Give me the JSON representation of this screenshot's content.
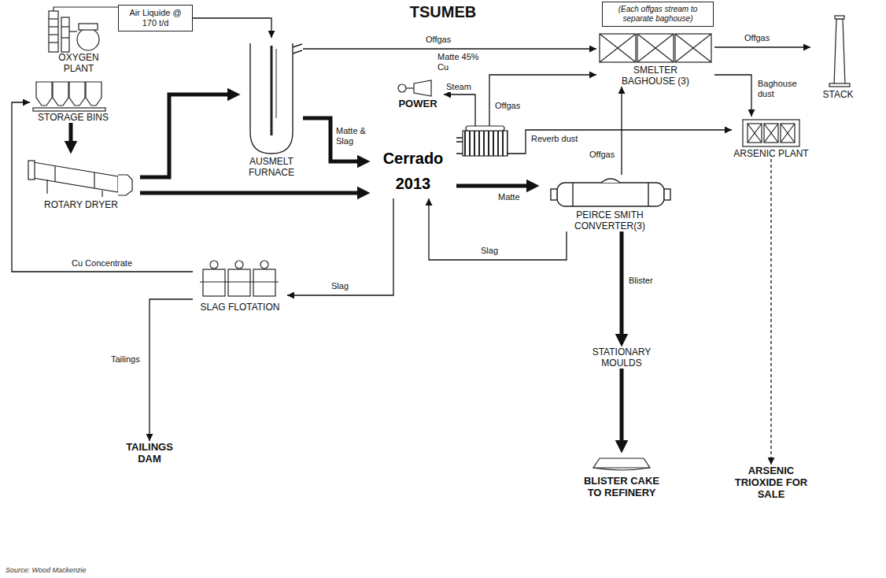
{
  "diagram": {
    "title": "TSUMEB",
    "nodes": [
      {
        "text": [
          "Air Liquide @ 170 t/d"
        ]
      },
      {
        "text": [
          "OXYGEN PLANT"
        ]
      },
      {
        "text": [
          "STORAGE BINS"
        ]
      },
      {
        "text": [
          "(Each offgas stream to separate baghouse)"
        ]
      },
      {
        "text": [
          "SMELTER BAGHOUSE (3)"
        ]
      },
      {
        "text": [
          "STACK"
        ]
      },
      {
        "text": [
          "AUSMELT FURNACE"
        ]
      },
      {
        "text": [
          "POWER"
        ]
      },
      {
        "text": [
          "ARSENIC PLANT"
        ]
      },
      {
        "text": [
          "ROTARY DRYER"
        ]
      },
      {
        "text": [
          "Cerrado 2013"
        ]
      },
      {
        "text": [
          "PEIRCE SMITH CONVERTER(3)"
        ]
      },
      {
        "text": [
          "SLAG FLOTATION"
        ]
      },
      {
        "text": [
          "STATIONARY MOULDS"
        ]
      },
      {
        "text": [
          "TAILINGS DAM"
        ]
      },
      {
        "text": [
          "BLISTER CAKE TO REFINERY"
        ]
      },
      {
        "text": [
          "ARSENIC TRIOXIDE FOR SALE"
        ]
      }
    ],
    "edges": [
      {
        "from": 0,
        "to": 6,
        "arrow": "to"
      },
      {
        "from": 2,
        "to": 9,
        "arrow": "to"
      },
      {
        "from": 9,
        "to": 6,
        "arrow": "to"
      },
      {
        "from": 9,
        "to": 10,
        "arrow": "to"
      },
      {
        "from": 6,
        "to": 10,
        "label": "Matte & Slag",
        "arrow": "to"
      },
      {
        "from": 6,
        "to": 4,
        "label": "Offgas",
        "arrow": "to"
      },
      {
        "from": 10,
        "to": 7,
        "label": "Steam",
        "arrow": "to"
      },
      {
        "from": 10,
        "to": 4,
        "label": "Offgas",
        "arrow": "to"
      },
      {
        "from": 10,
        "to": 8,
        "label": "Reverb dust",
        "arrow": "to"
      },
      {
        "from": 10,
        "to": 11,
        "label": "Matte",
        "arrow": "to"
      },
      {
        "from": 11,
        "to": 10,
        "label": "Slag",
        "arrow": "to"
      },
      {
        "from": 10,
        "to": 12,
        "label": "Slag",
        "arrow": "to"
      },
      {
        "from": 11,
        "to": 4,
        "label": "Offgas",
        "arrow": "to"
      },
      {
        "from": 11,
        "to": 13,
        "label": "Blister",
        "arrow": "to"
      },
      {
        "from": 13,
        "to": 15,
        "arrow": "to"
      },
      {
        "from": 12,
        "to": 2,
        "label": "Cu Concentrate",
        "arrow": "to"
      },
      {
        "from": 12,
        "to": 14,
        "label": "Tailings",
        "arrow": "to"
      },
      {
        "from": 4,
        "to": 5,
        "label": "Offgas",
        "arrow": "to"
      },
      {
        "from": 4,
        "to": 8,
        "label": "Baghouse dust",
        "arrow": "to"
      },
      {
        "from": 8,
        "to": 16,
        "arrow": "to"
      }
    ],
    "labels": [
      "Matte 45% Cu",
      "Source: Wood Mackenzie"
    ]
  }
}
